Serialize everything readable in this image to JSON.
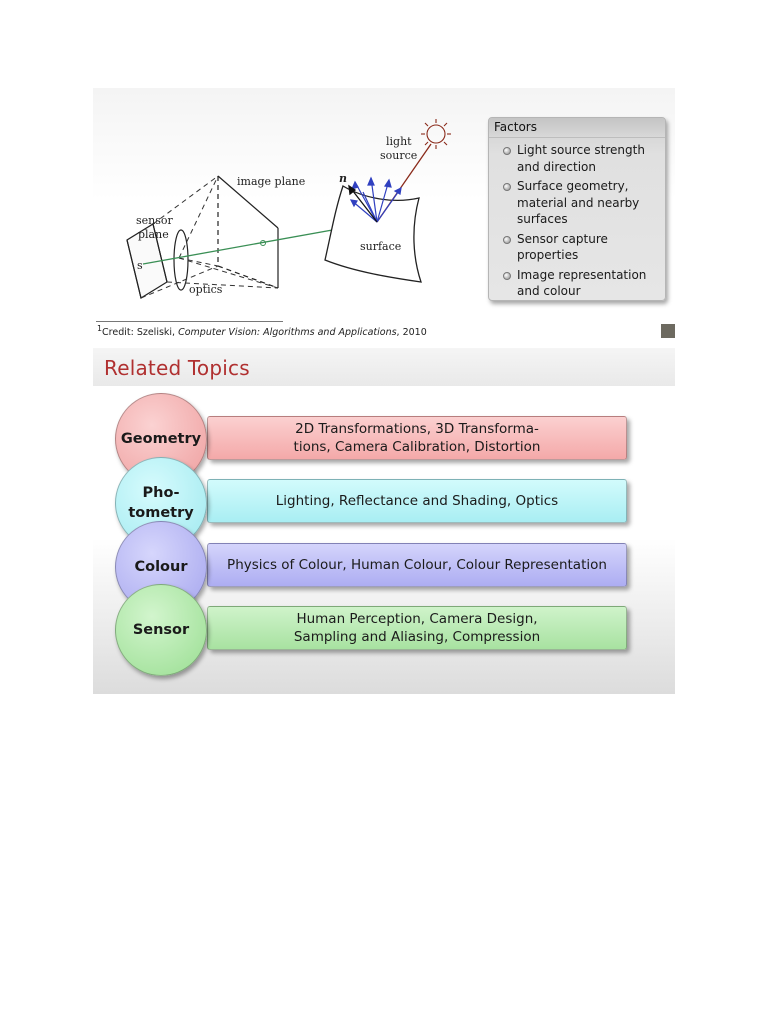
{
  "slide1": {
    "diagram_labels": {
      "light_source": [
        "light",
        "source"
      ],
      "image_plane": "image plane",
      "sensor_plane": [
        "sensor",
        "plane"
      ],
      "optics": "optics",
      "surface": "surface",
      "normal": "n",
      "sensor_point": "s"
    },
    "factors": {
      "title": "Factors",
      "items": [
        "Light source strength and direction",
        "Surface geometry, material and nearby surfaces",
        "Sensor capture properties",
        "Image representation and colour"
      ]
    },
    "credit": {
      "superscript": "1",
      "prefix": "Credit: Szeliski, ",
      "title": "Computer Vision: Algorithms and Applications",
      "suffix": ", 2010"
    }
  },
  "slide2": {
    "title": "Related Topics",
    "topics": [
      {
        "name_lines": [
          "Geometry"
        ],
        "description": "2D Transformations, 3D Transforma-tions, Camera Calibration, Distortion",
        "desc_lines": [
          "2D Transformations, 3D Transforma-",
          "tions, Camera Calibration, Distortion"
        ],
        "circle_color": "#f2a7a7",
        "bar_color": "#f7b5b5"
      },
      {
        "name_lines": [
          "Pho-",
          "tometry"
        ],
        "description": "Lighting, Reflectance and Shading, Optics",
        "desc_lines": [
          "Lighting, Reflectance and Shading, Optics"
        ],
        "circle_color": "#a8eef2",
        "bar_color": "#b4f5f7"
      },
      {
        "name_lines": [
          "Colour"
        ],
        "description": "Physics of Colour, Human Colour, Colour Representation",
        "desc_lines": [
          "Physics of Colour, Human Colour, Colour Representation"
        ],
        "circle_color": "#b0b0f0",
        "bar_color": "#bcbcf6"
      },
      {
        "name_lines": [
          "Sensor"
        ],
        "description": "Human Perception, Camera Design, Sampling and Aliasing, Compression",
        "desc_lines": [
          "Human Perception, Camera Design,",
          "Sampling and Aliasing, Compression"
        ],
        "circle_color": "#a6e6a0",
        "bar_color": "#b4eaae"
      }
    ]
  }
}
